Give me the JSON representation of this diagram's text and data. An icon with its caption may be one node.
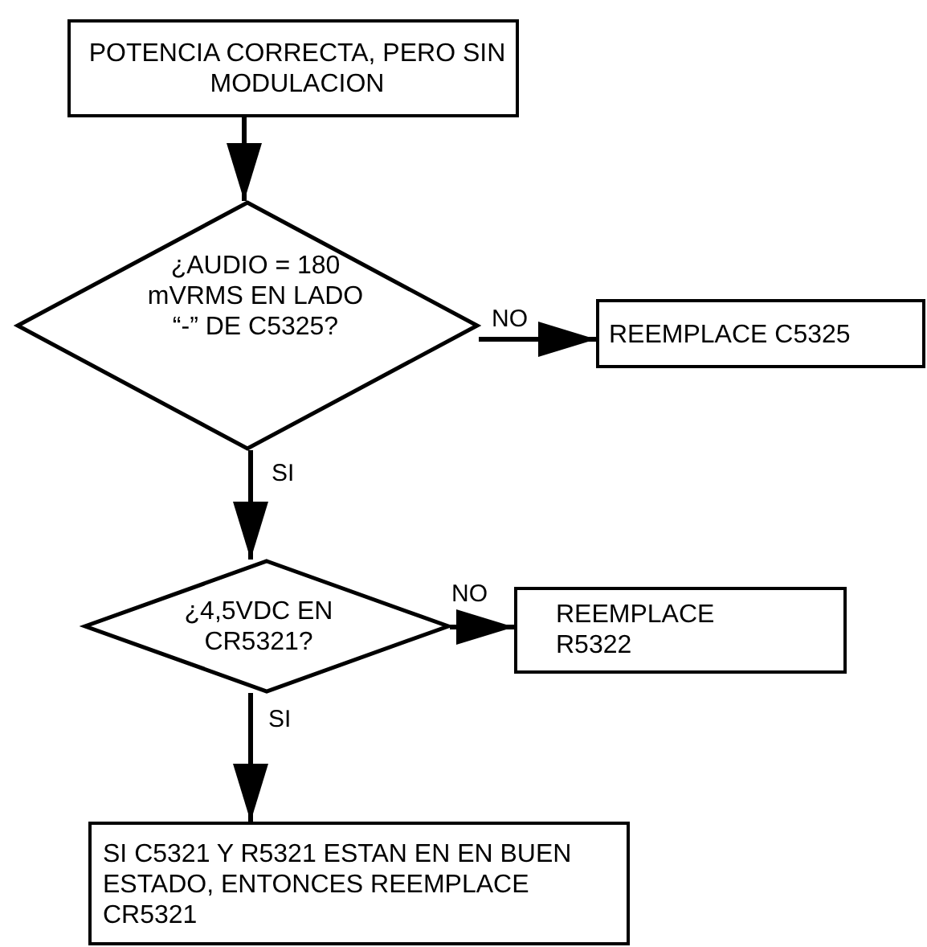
{
  "diagram": {
    "nodes": [
      {
        "text": [
          "POTENCIA CORRECTA, PERO SIN MODULACION"
        ]
      },
      {
        "text": [
          "¿AUDIO = 180 mVRMS EN LADO “-” DE C5325?"
        ]
      },
      {
        "text": [
          "REEMPLACE C5325"
        ]
      },
      {
        "text": [
          "¿4,5VDC EN CR5321?"
        ]
      },
      {
        "text": [
          "REEMPLACE R5322"
        ]
      },
      {
        "text": [
          "SI C5321 Y R5321 ESTAN EN EN BUEN ESTADO, ENTONCES REEMPLACE CR5321"
        ]
      }
    ],
    "edges": [
      {
        "from": 0,
        "to": 1,
        "arrow": "to"
      },
      {
        "from": 1,
        "to": 2,
        "arrow": "to",
        "label": "NO"
      },
      {
        "from": 1,
        "to": 3,
        "arrow": "to",
        "label": "SI"
      },
      {
        "from": 3,
        "to": 4,
        "arrow": "to",
        "label": "NO"
      },
      {
        "from": 3,
        "to": 5,
        "arrow": "to",
        "label": "SI"
      }
    ]
  }
}
